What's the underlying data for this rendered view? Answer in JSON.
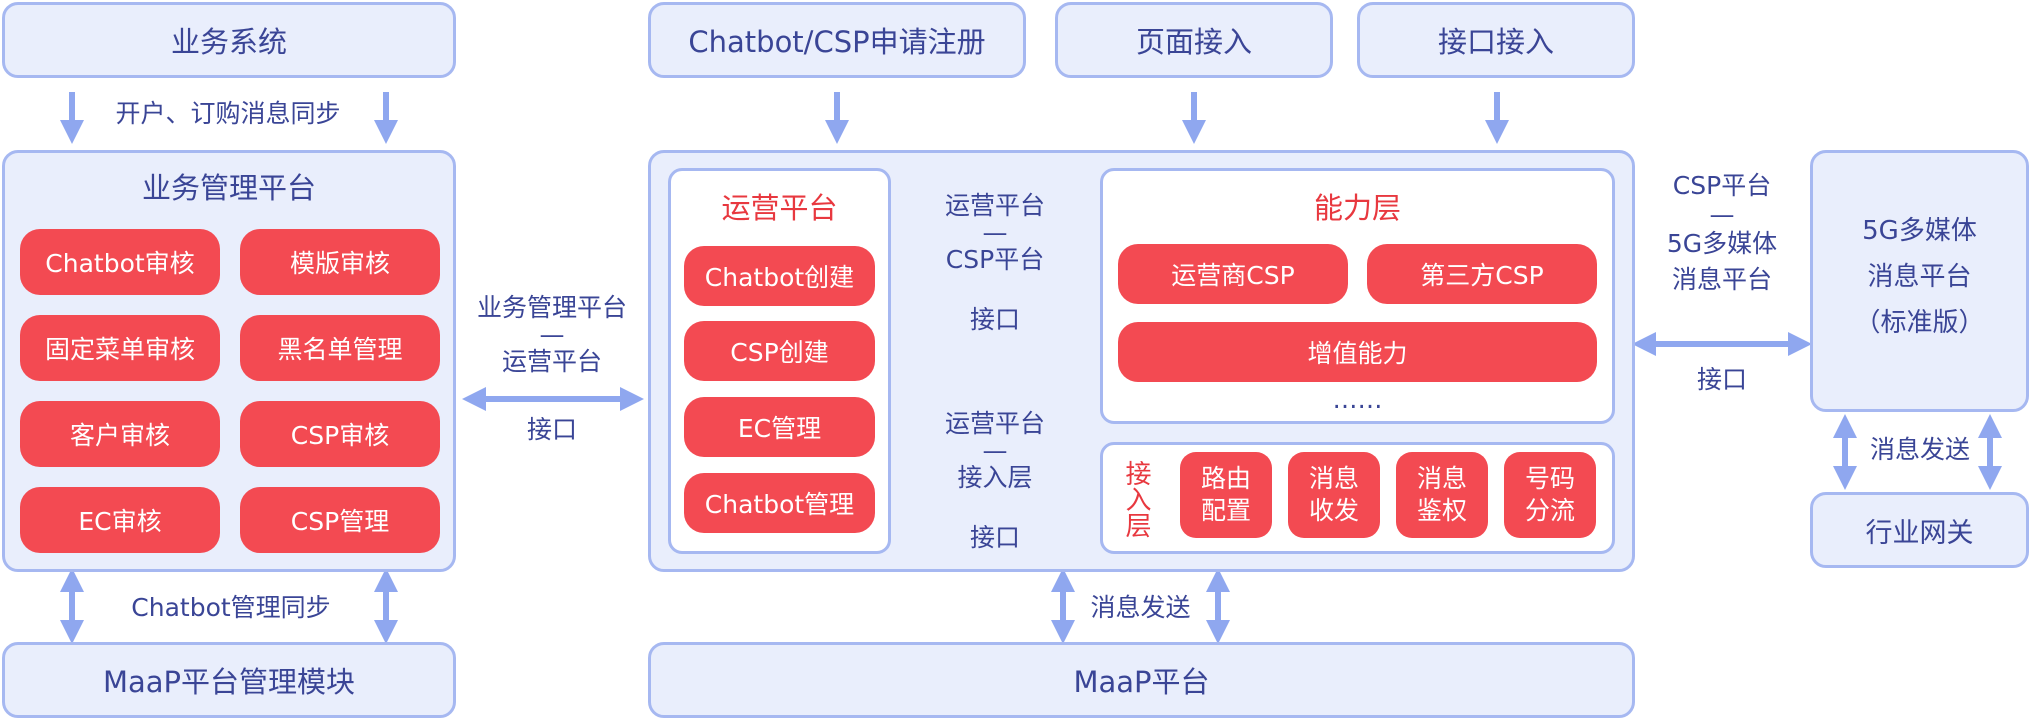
{
  "top": {
    "business_system": "业务系统",
    "register": "Chatbot/CSP申请注册",
    "page_access": "页面接入",
    "api_access": "接口接入"
  },
  "sync_label": "开户、订购消息同步",
  "bmp": {
    "title": "业务管理平台",
    "items": [
      "Chatbot审核",
      "模版审核",
      "固定菜单审核",
      "黑名单管理",
      "客户审核",
      "CSP审核",
      "EC审核",
      "CSP管理"
    ]
  },
  "link_bmp_ops": {
    "line1": "业务管理平台",
    "line2": "—",
    "line3": "运营平台",
    "line4": "接口"
  },
  "ops": {
    "title": "运营平台",
    "items": [
      "Chatbot创建",
      "CSP创建",
      "EC管理",
      "Chatbot管理"
    ]
  },
  "link_ops_csp": {
    "line1": "运营平台",
    "line2": "—",
    "line3": "CSP平台",
    "line4": "接口"
  },
  "link_ops_access": {
    "line1": "运营平台",
    "line2": "—",
    "line3": "接入层",
    "line4": "接口"
  },
  "capability": {
    "title": "能力层",
    "items": [
      "运营商CSP",
      "第三方CSP",
      "增值能力"
    ],
    "ellipsis": "……"
  },
  "access_layer": {
    "title": "接入层",
    "items": [
      "路由配置",
      "消息收发",
      "消息鉴权",
      "号码分流"
    ]
  },
  "link_csp_5g": {
    "line1": "CSP平台",
    "line2": "—",
    "line3": "5G多媒体",
    "line4": "消息平台",
    "line5": "接口"
  },
  "platform_5g": {
    "line1": "5G多媒体",
    "line2": "消息平台",
    "line3": "（标准版）"
  },
  "msg_send_right": "消息发送",
  "industry_gateway": "行业网关",
  "chatbot_sync": "Chatbot管理同步",
  "msg_send_bottom": "消息发送",
  "maap_module": "MaaP平台管理模块",
  "maap_platform": "MaaP平台",
  "colors": {
    "accent_red": "#f34a52",
    "panel_bg": "#e9eefc",
    "border": "#a6b8f1",
    "text": "#3a4596",
    "arrow": "#8fa7ef"
  }
}
